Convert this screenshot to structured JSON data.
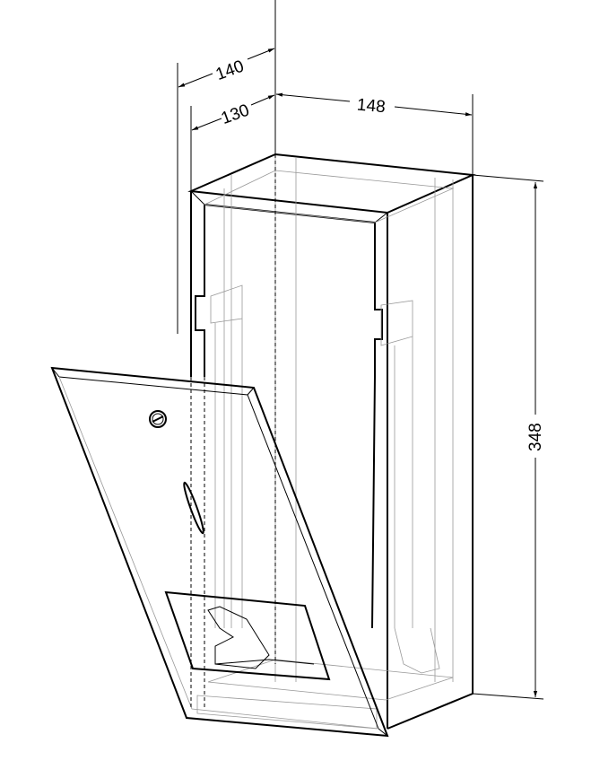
{
  "drawing": {
    "dimensions": {
      "depth_outer": "140",
      "depth_inner": "130",
      "width": "148",
      "height": "348"
    }
  }
}
